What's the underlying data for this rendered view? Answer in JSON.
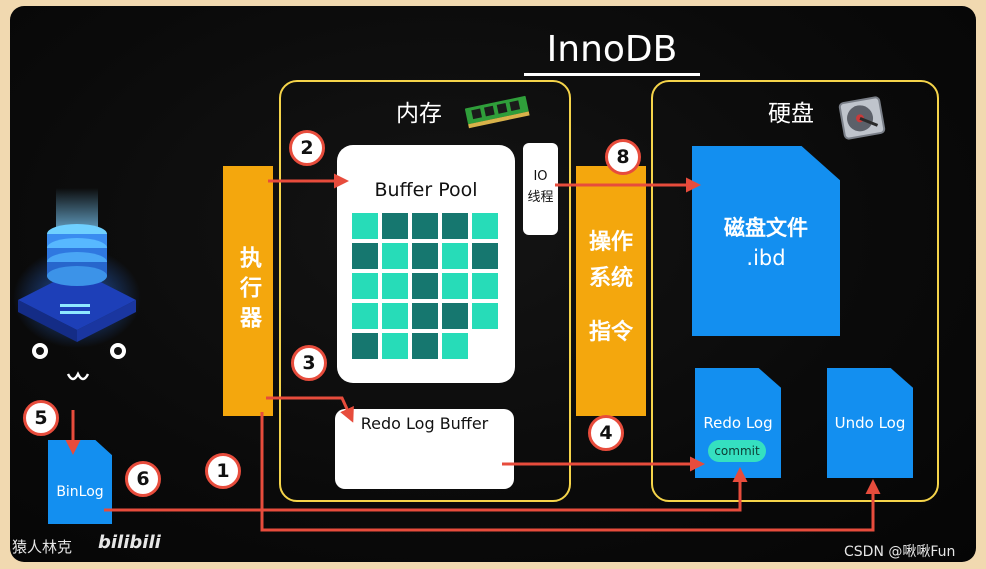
{
  "title": "InnoDB",
  "memory": {
    "label": "内存",
    "chip_icon": "ram-chip-icon"
  },
  "disk": {
    "label": "硬盘",
    "disk_icon": "hard-disk-icon"
  },
  "executor": {
    "label": "执行器"
  },
  "buffer_pool": {
    "label": "Buffer Pool"
  },
  "io_thread": {
    "line1": "IO",
    "line2": "线程"
  },
  "redo_log_buffer": {
    "label": "Redo Log Buffer"
  },
  "os_instruction": {
    "line1": "操作",
    "line2": "系统",
    "line3": "指令"
  },
  "disk_file": {
    "line1": "磁盘文件",
    "line2": ".ibd"
  },
  "redo_log": {
    "label": "Redo Log",
    "commit": "commit"
  },
  "undo_log": {
    "label": "Undo Log"
  },
  "binlog": {
    "label": "BinLog"
  },
  "steps": [
    "1",
    "2",
    "3",
    "4",
    "5",
    "6",
    "8"
  ],
  "watermark_left": "猿人林克",
  "watermark_brand": "bilibili",
  "watermark_right": "CSDN @啾啾Fun",
  "colors": {
    "accent_yellow": "#f5d44a",
    "bar_orange": "#f4a70d",
    "file_blue": "#138ff0",
    "arrow_red": "#e74c3c",
    "cell_dark": "#16776f",
    "cell_light": "#27dcb8"
  }
}
